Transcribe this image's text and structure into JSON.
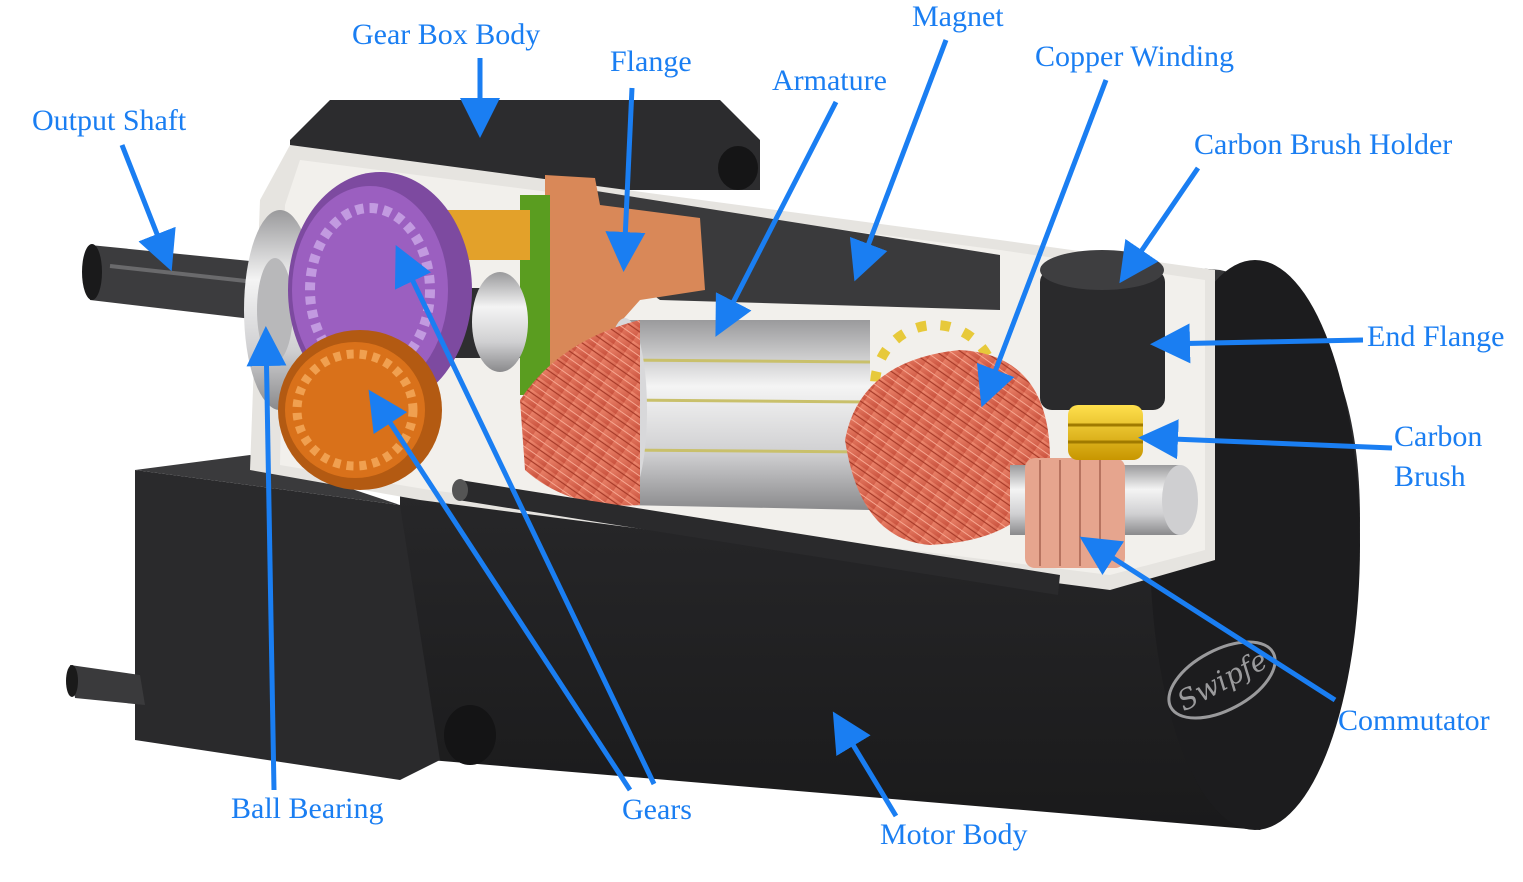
{
  "colors": {
    "label": "#1a7ef2",
    "arrow": "#1a7ef2",
    "housing": "#2b2b2d",
    "copper_winding": "#e0705a",
    "gear_purple": "#9b5fc0",
    "gear_orange": "#d9711a",
    "flange": "#d98858",
    "commutator": "#e6a58e",
    "carbon_brush": "#e8b800",
    "steel": "#d6d6d8"
  },
  "labels": {
    "gear_box_body": "Gear Box Body",
    "flange": "Flange",
    "magnet": "Magnet",
    "armature": "Armature",
    "copper_winding": "Copper Winding",
    "output_shaft": "Output Shaft",
    "carbon_brush_holder": "Carbon Brush Holder",
    "end_flange": "End Flange",
    "carbon_brush_line1": "Carbon",
    "carbon_brush_line2": "Brush",
    "commutator": "Commutator",
    "ball_bearing": "Ball Bearing",
    "gears": "Gears",
    "motor_body": "Motor Body"
  },
  "logo_text": "Swipfe"
}
